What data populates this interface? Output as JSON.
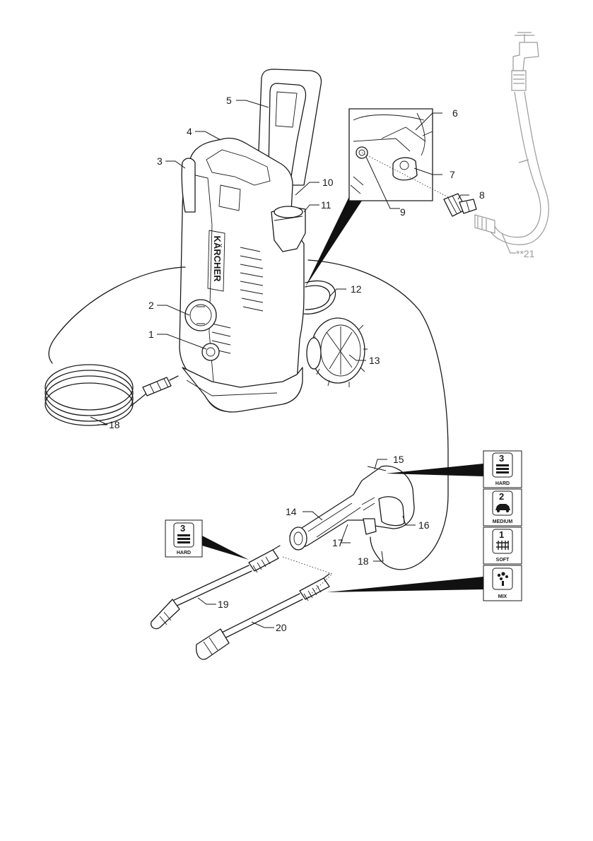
{
  "callouts": {
    "c1": "1",
    "c2": "2",
    "c3": "3",
    "c4": "4",
    "c5": "5",
    "c6": "6",
    "c7": "7",
    "c8": "8",
    "c9": "9",
    "c10": "10",
    "c11": "11",
    "c12": "12",
    "c13": "13",
    "c14": "14",
    "c15": "15",
    "c16": "16",
    "c17": "17",
    "c18a": "18",
    "c18b": "18",
    "c19": "19",
    "c20": "20",
    "c21": "**21"
  },
  "brand": "KÄRCHER",
  "modes": [
    {
      "number": "3",
      "label": "HARD",
      "icon": "brick-wall-icon"
    },
    {
      "number": "2",
      "label": "MEDIUM",
      "icon": "car-icon"
    },
    {
      "number": "1",
      "label": "SOFT",
      "icon": "fence-icon"
    },
    {
      "number": "",
      "label": "MIX",
      "icon": "detergent-foam-icon"
    }
  ],
  "lance_mode": {
    "number": "3",
    "label": "HARD",
    "icon": "brick-wall-icon"
  }
}
